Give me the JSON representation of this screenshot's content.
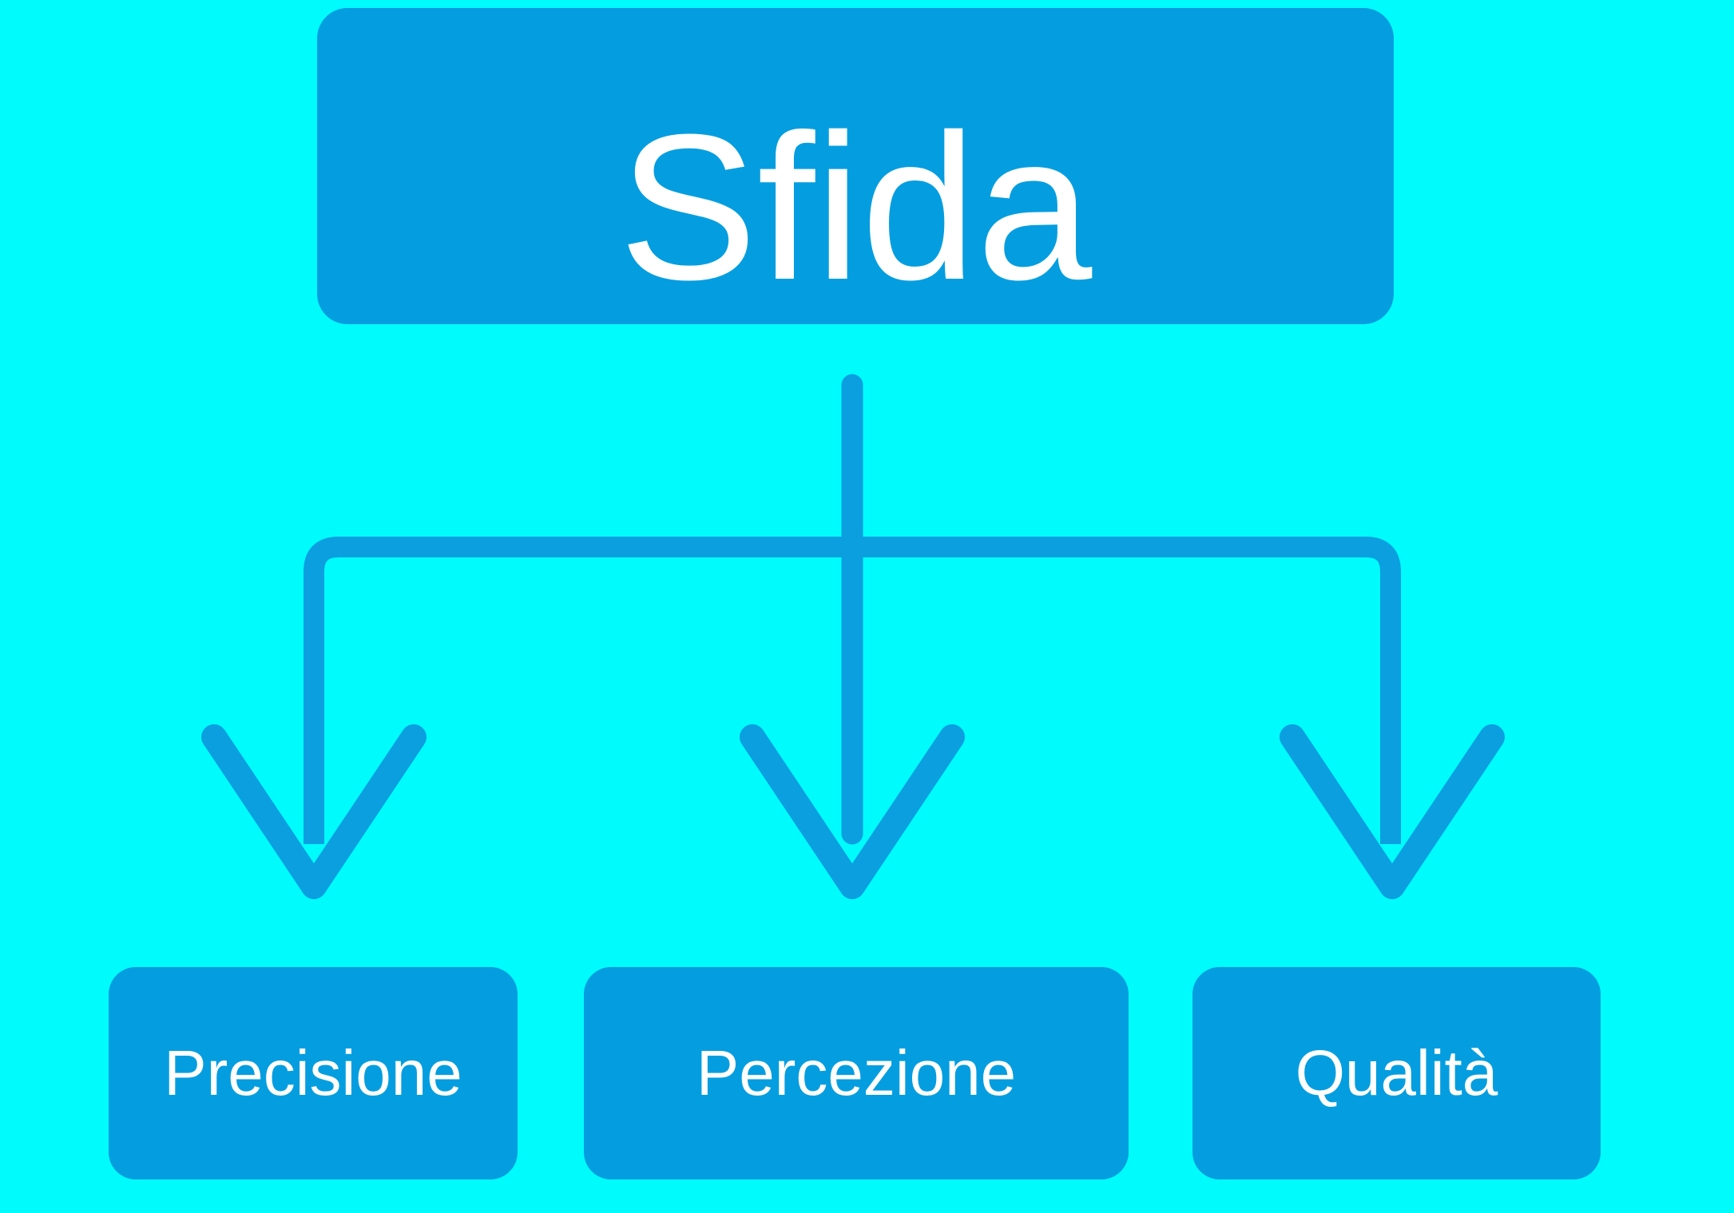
{
  "diagram": {
    "root": {
      "label": "Sfida"
    },
    "children": [
      {
        "label": "Precisione"
      },
      {
        "label": "Percezione"
      },
      {
        "label": "Qualità"
      }
    ]
  },
  "colors": {
    "background": "#00FBFC",
    "node_fill": "#049EE0",
    "connector_line": "#0C9FE0",
    "text": "#FFFFFF"
  }
}
